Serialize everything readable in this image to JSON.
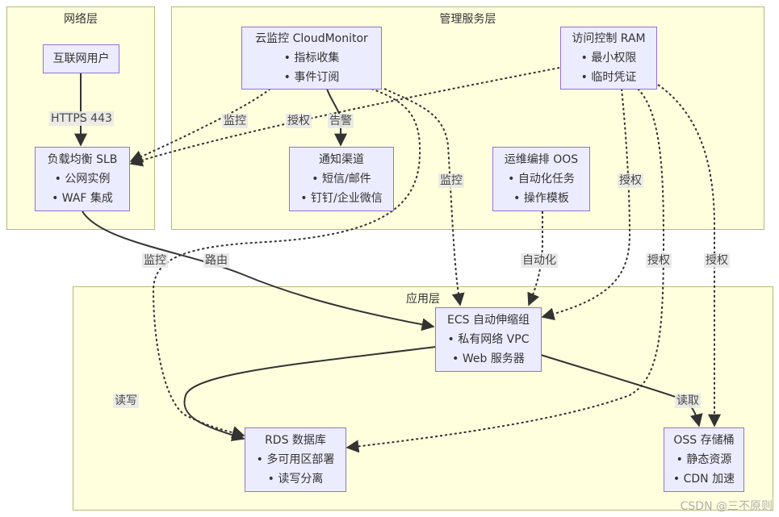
{
  "clusters": {
    "network": "网络层",
    "management": "管理服务层",
    "application": "应用层"
  },
  "nodes": {
    "internet_users": {
      "title": "互联网用户"
    },
    "slb": {
      "title": "负载均衡 SLB",
      "items": [
        "• 公网实例",
        "• WAF 集成"
      ]
    },
    "cloudmonitor": {
      "title": "云监控 CloudMonitor",
      "items": [
        "• 指标收集",
        "• 事件订阅"
      ]
    },
    "ram": {
      "title": "访问控制 RAM",
      "items": [
        "• 最小权限",
        "• 临时凭证"
      ]
    },
    "notify": {
      "title": "通知渠道",
      "items": [
        "• 短信/邮件",
        "• 钉钉/企业微信"
      ]
    },
    "oos": {
      "title": "运维编排 OOS",
      "items": [
        "• 自动化任务",
        "• 操作模板"
      ]
    },
    "ecs": {
      "title": "ECS 自动伸缩组",
      "items": [
        "• 私有网络 VPC",
        "• Web 服务器"
      ]
    },
    "rds": {
      "title": "RDS 数据库",
      "items": [
        "• 多可用区部署",
        "• 读写分离"
      ]
    },
    "oss": {
      "title": "OSS 存储桶",
      "items": [
        "• 静态资源",
        "• CDN 加速"
      ]
    }
  },
  "edge_labels": {
    "https": "HTTPS 443",
    "monitor_slb": "监控",
    "auth_slb": "授权",
    "alert": "告警",
    "monitor_ecs": "监控",
    "auth_ecs": "授权",
    "monitor_rds": "监控",
    "route": "路由",
    "automate": "自动化",
    "auth_rds": "授权",
    "auth_oss": "授权",
    "readwrite": "读写",
    "read": "读取"
  },
  "watermark": "CSDN @三不原则",
  "colors": {
    "cluster_fill": "#ffffde",
    "cluster_border": "#b7b97a",
    "node_fill": "#ececff",
    "node_border": "#9370db",
    "edge": "#333333",
    "label_bg": "#e8e8e8"
  }
}
